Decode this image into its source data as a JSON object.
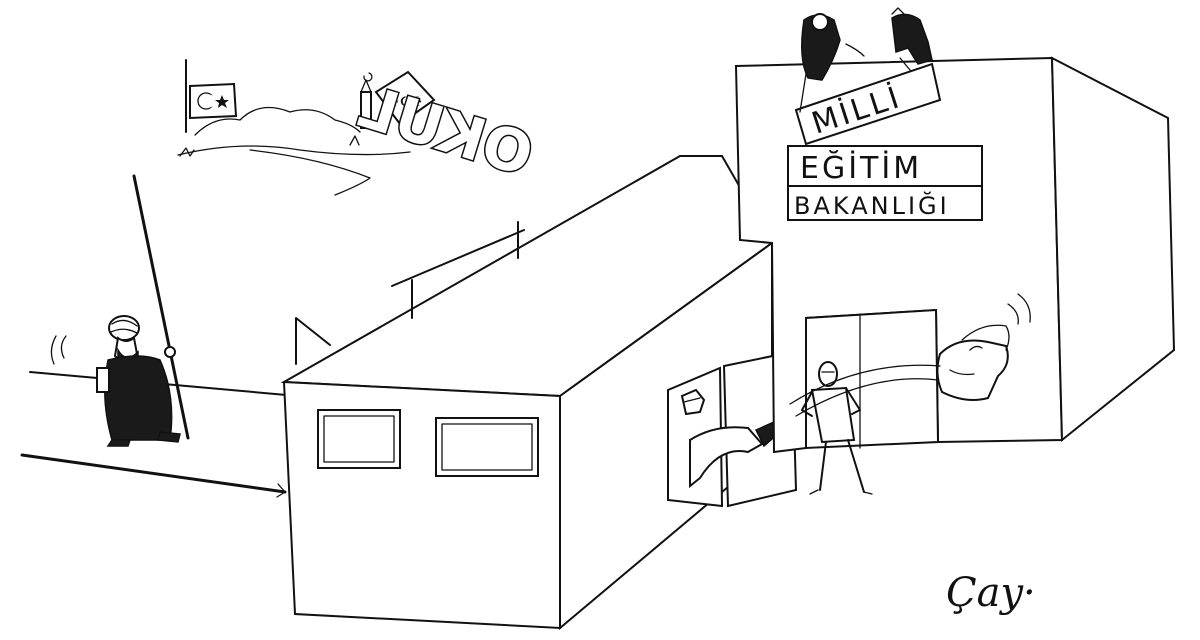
{
  "cartoon": {
    "school_sign": "OKUL",
    "ministry_sign_top": "MİLLİ",
    "ministry_sign_middle": "EĞİTİM",
    "ministry_sign_bottom": "BAKANLIĞI",
    "signature": "Çay·"
  },
  "colors": {
    "ink": "#111111",
    "paper": "#ffffff"
  }
}
